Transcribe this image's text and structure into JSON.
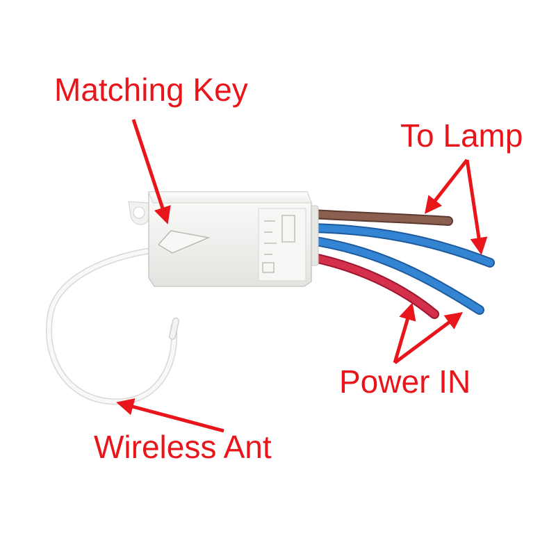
{
  "labels": {
    "matching_key": "Matching Key",
    "to_lamp": "To Lamp",
    "power_in": "Power IN",
    "wireless_ant": "Wireless Ant"
  },
  "colors": {
    "label_text": "#e8151b",
    "arrow": "#e8151b",
    "housing": "#f4f4f2",
    "wire_brown": "#7a5244",
    "wire_blue": "#2c74c0",
    "wire_red": "#c9203b",
    "antenna": "#f6f6f6"
  }
}
